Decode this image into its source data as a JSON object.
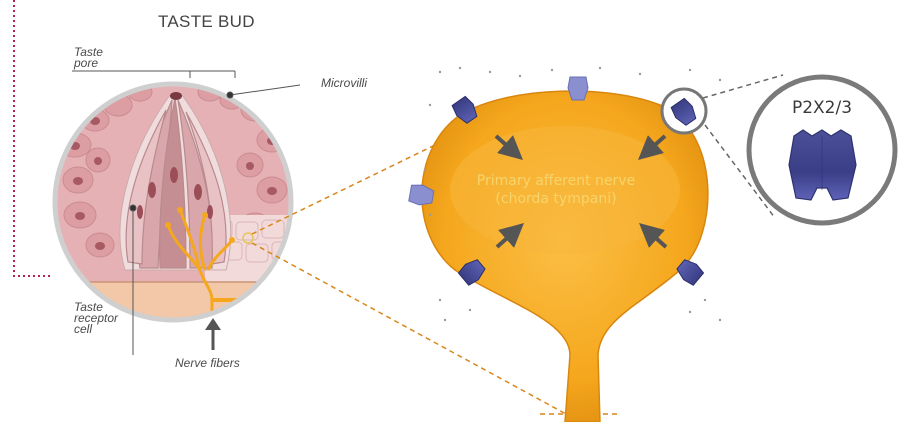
{
  "title": "TASTE BUD",
  "labels": {
    "taste_pore": "Taste\npore",
    "microvilli": "Microvilli",
    "taste_receptor_cell": "Taste\nreceptor\ncell",
    "nerve_fibers": "Nerve fibers",
    "primary_afferent": "Primary afferent nerve",
    "chorda_tympani": "(chorda tympani)",
    "receptor_name": "P2X2/3"
  },
  "colors": {
    "nerve_fill": "#f5a71d",
    "nerve_stroke": "#d9860d",
    "nerve_text": "#f7d46a",
    "receptor_dark": "#3b3f86",
    "receptor_light": "#8a8fd0",
    "tissue_pink": "#e2a9ad",
    "dotted_border": "#b4234e"
  }
}
